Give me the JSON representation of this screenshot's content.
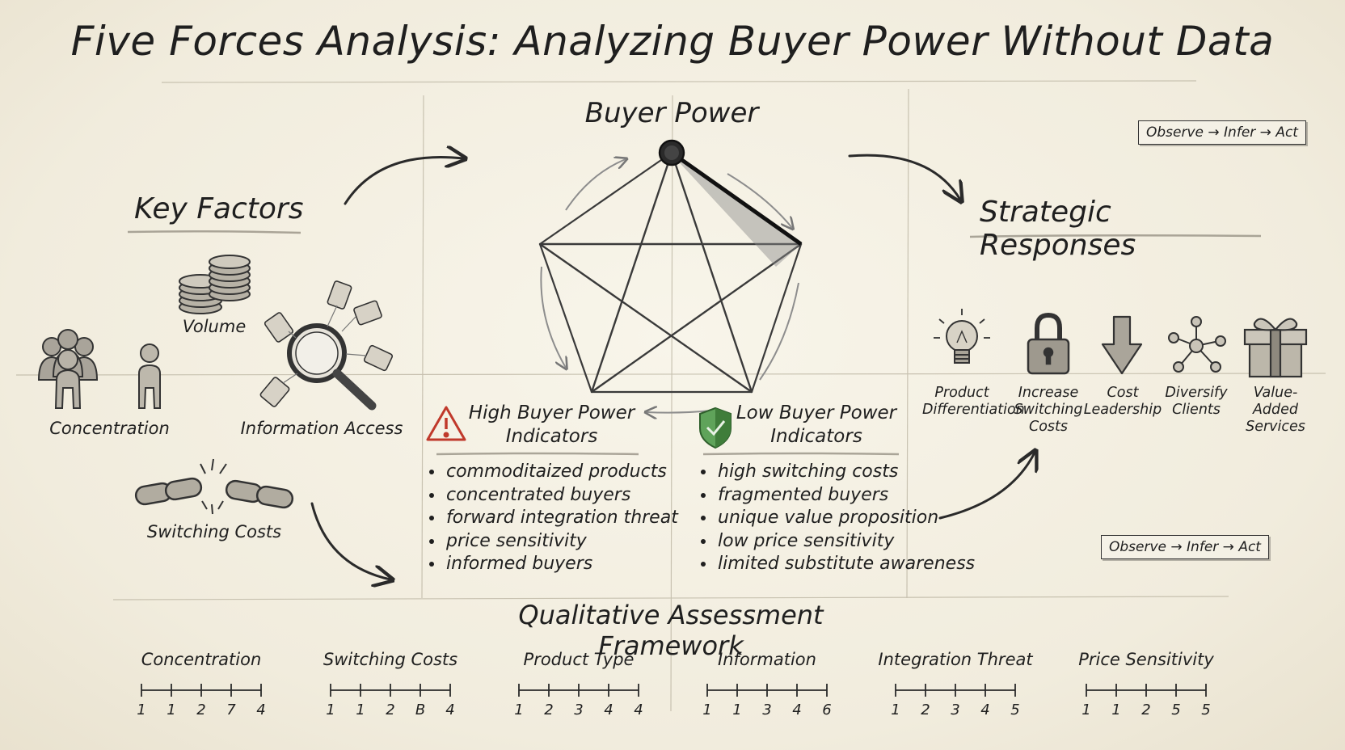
{
  "title": "Five Forces Analysis: Analyzing Buyer Power Without Data",
  "center": {
    "heading": "Buyer Power"
  },
  "key_factors": {
    "heading": "Key Factors",
    "items": [
      {
        "label": "Volume",
        "icon": "coin-stack-icon"
      },
      {
        "label": "Concentration",
        "icon": "people-group-icon"
      },
      {
        "label": "Information Access",
        "icon": "magnifier-price-tags-icon"
      },
      {
        "label": "Switching Costs",
        "icon": "broken-chain-icon"
      }
    ]
  },
  "high_indicators": {
    "heading_line1": "High Buyer Power",
    "heading_line2": "Indicators",
    "icon": "warning-triangle-icon",
    "items": [
      "commoditaized products",
      "concentrated buyers",
      "forward integration threat",
      "price sensitivity",
      "informed buyers"
    ]
  },
  "low_indicators": {
    "heading_line1": "Low Buyer Power",
    "heading_line2": "Indicators",
    "icon": "shield-check-icon",
    "items": [
      "high switching costs",
      "fragmented buyers",
      "unique value proposition",
      "low price sensitivity",
      "limited substitute awareness"
    ]
  },
  "strategic_responses": {
    "heading": "Strategic Responses",
    "items": [
      {
        "line1": "Product",
        "line2": "Differentiation",
        "line3": "",
        "icon": "lightbulb-icon"
      },
      {
        "line1": "Increase",
        "line2": "Switching",
        "line3": "Costs",
        "icon": "padlock-icon"
      },
      {
        "line1": "Cost",
        "line2": "Leadership",
        "line3": "",
        "icon": "down-arrow-icon"
      },
      {
        "line1": "Diversify",
        "line2": "Clients",
        "line3": "",
        "icon": "network-nodes-icon"
      },
      {
        "line1": "Value-Added",
        "line2": "Services",
        "line3": "",
        "icon": "gift-box-icon"
      }
    ]
  },
  "observe_boxes": [
    "Observe → Infer → Act",
    "Observe → Infer → Act"
  ],
  "framework": {
    "heading": "Qualitative Assessment Framework",
    "scales": [
      {
        "name": "Concentration",
        "ticks": [
          "1",
          "1",
          "2",
          "7",
          "4"
        ]
      },
      {
        "name": "Switching Costs",
        "ticks": [
          "1",
          "1",
          "2",
          "B",
          "4"
        ]
      },
      {
        "name": "Product Type",
        "ticks": [
          "1",
          "2",
          "3",
          "4",
          "4"
        ]
      },
      {
        "name": "Information",
        "ticks": [
          "1",
          "1",
          "3",
          "4",
          "6"
        ]
      },
      {
        "name": "Integration Threat",
        "ticks": [
          "1",
          "2",
          "3",
          "4",
          "5"
        ]
      },
      {
        "name": "Price Sensitivity",
        "ticks": [
          "1",
          "1",
          "2",
          "5",
          "5"
        ]
      }
    ]
  },
  "colors": {
    "paper": "#f4f0e4",
    "ink": "#1f1f1f",
    "warning": "#c0392b",
    "shield": "#3f8a3c"
  }
}
